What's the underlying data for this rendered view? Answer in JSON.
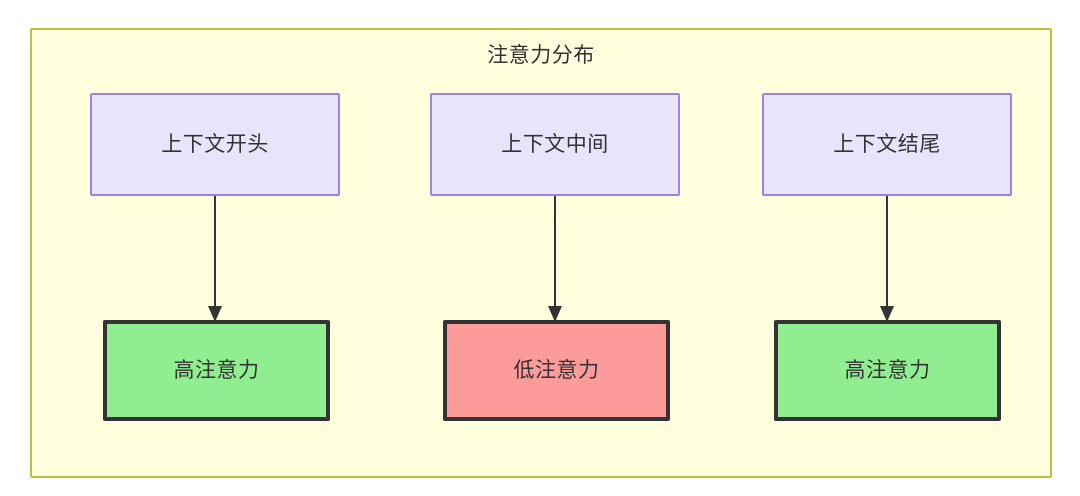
{
  "diagram": {
    "title": "注意力分布",
    "background_color": "#ffffde",
    "border_color": "#bfbf3f",
    "text_color": "#333333",
    "context_nodes": [
      {
        "id": "context-start",
        "label": "上下文开头",
        "fill": "#e8e4fb",
        "stroke": "#9d84e0"
      },
      {
        "id": "context-middle",
        "label": "上下文中间",
        "fill": "#e8e4fb",
        "stroke": "#9d84e0"
      },
      {
        "id": "context-end",
        "label": "上下文结尾",
        "fill": "#e8e4fb",
        "stroke": "#9d84e0"
      }
    ],
    "attention_nodes": [
      {
        "id": "attention-high-start",
        "label": "高注意力",
        "fill": "#90ee90",
        "stroke": "#333333",
        "level": "high"
      },
      {
        "id": "attention-low-middle",
        "label": "低注意力",
        "fill": "#fd9a9a",
        "stroke": "#333333",
        "level": "low"
      },
      {
        "id": "attention-high-end",
        "label": "高注意力",
        "fill": "#90ee90",
        "stroke": "#333333",
        "level": "high"
      }
    ],
    "edges": [
      {
        "from": "context-start",
        "to": "attention-high-start",
        "label": ""
      },
      {
        "from": "context-middle",
        "to": "attention-low-middle",
        "label": ""
      },
      {
        "from": "context-end",
        "to": "attention-high-end",
        "label": ""
      }
    ]
  }
}
